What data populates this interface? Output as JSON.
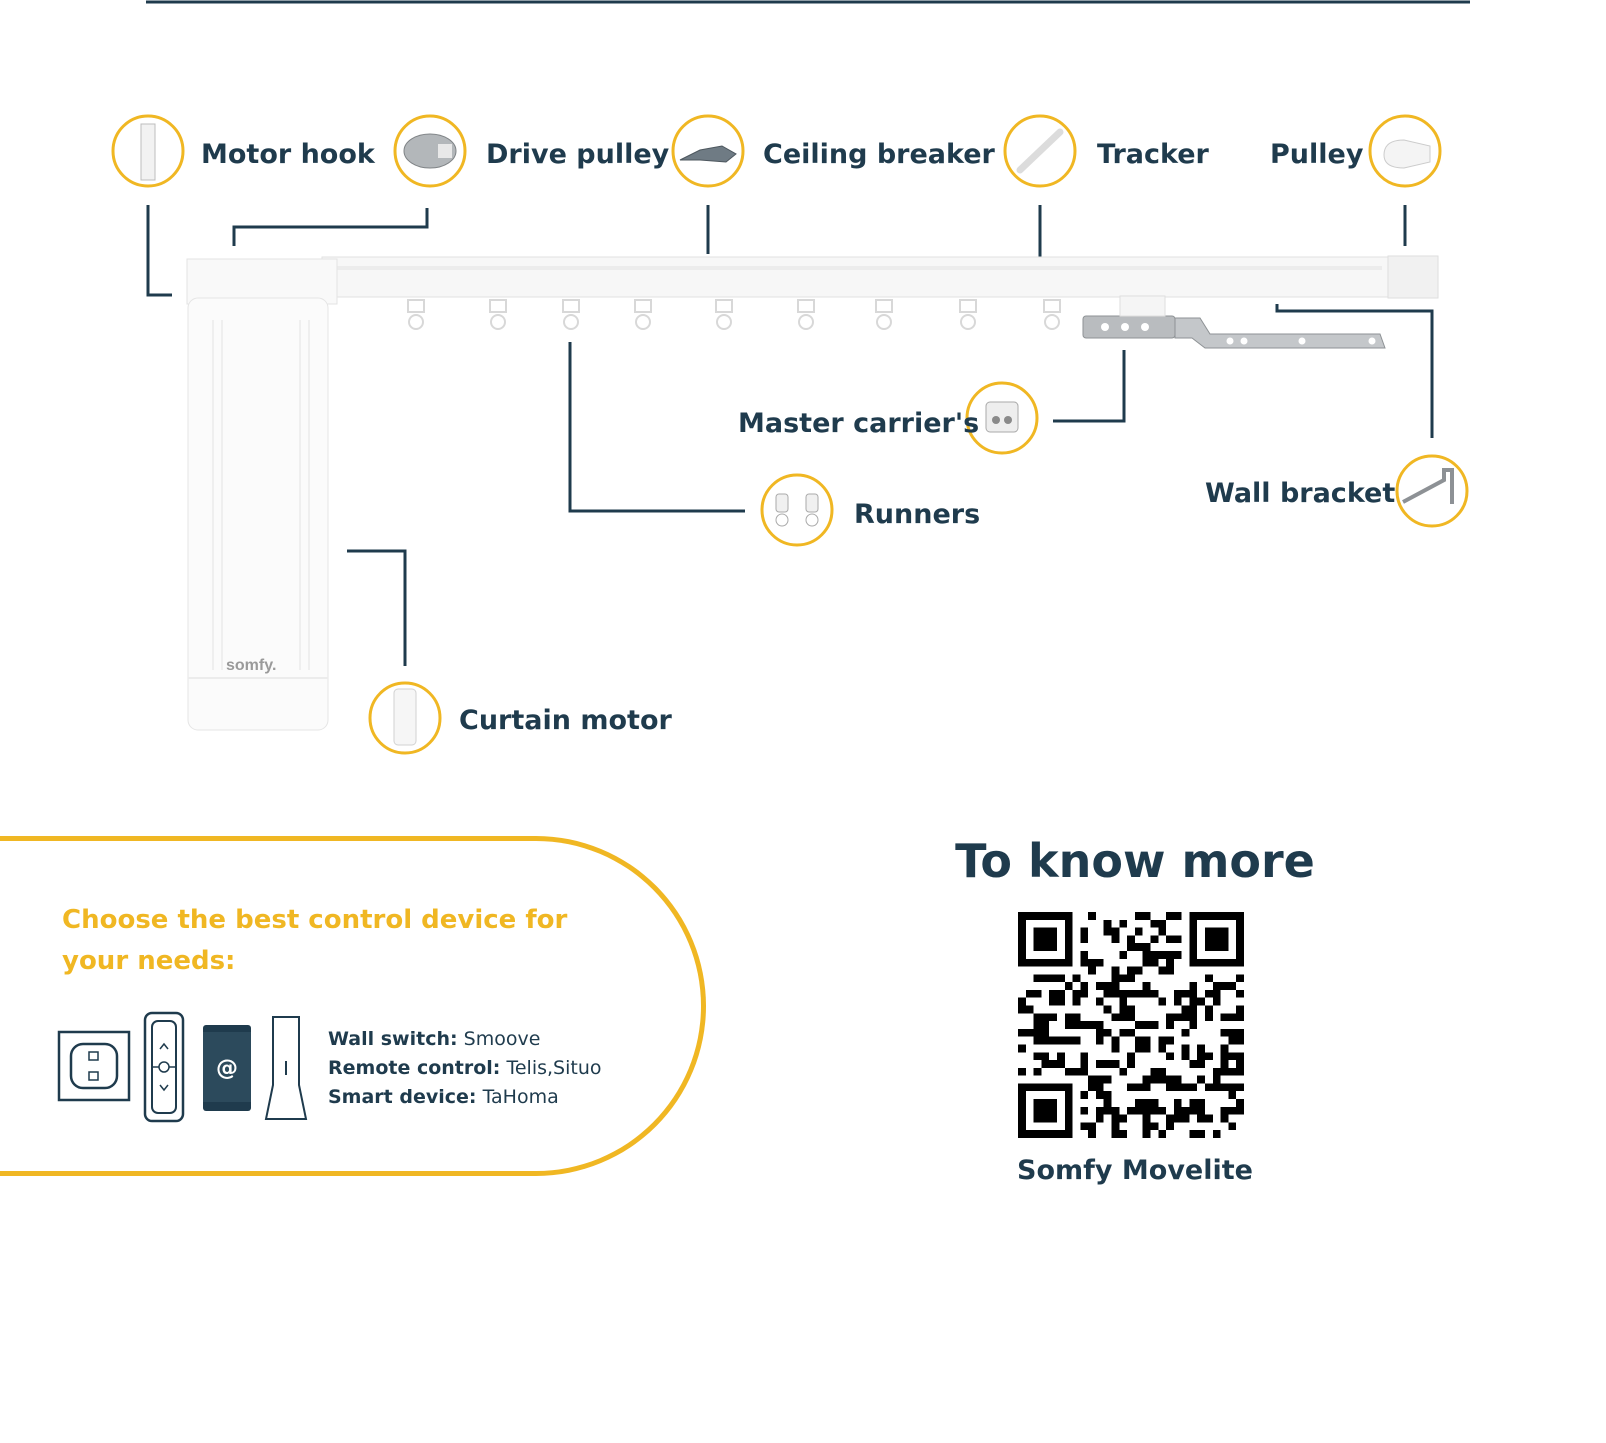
{
  "parts": {
    "motor_hook": "Motor hook",
    "drive_pulley": "Drive pulley",
    "ceiling_breaker": "Ceiling breaker",
    "tracker": "Tracker",
    "pulley": "Pulley",
    "master_carrier": "Master carrier's",
    "runners": "Runners",
    "wall_bracket": "Wall bracket",
    "curtain_motor": "Curtain motor"
  },
  "motor_brand": "somfy.",
  "controls": {
    "heading": "Choose the best control device for your needs:",
    "items": [
      {
        "key": "Wall switch:",
        "value": "Smoove"
      },
      {
        "key": "Remote control:",
        "value": "Telis,Situo"
      },
      {
        "key": "Smart device:",
        "value": "TaHoma"
      }
    ],
    "icons": [
      "wall-switch-icon",
      "remote-control-icon",
      "smart-device-icon",
      "tahoma-hub-icon"
    ],
    "at_glyph": "@"
  },
  "know_more": {
    "title": "To know more",
    "caption": "Somfy Movelite"
  },
  "colors": {
    "accent_yellow": "#f0b723",
    "navy": "#1f3b4d"
  }
}
